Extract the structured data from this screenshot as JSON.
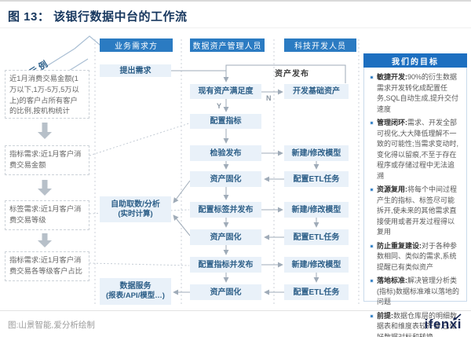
{
  "title": "图 13：  该银行数据中台的工作流",
  "banner_label": "示例",
  "headers": {
    "business": "业务需求方",
    "data_asset": "数据资产管理人员",
    "tech": "科技开发人员"
  },
  "float_label": "资产发布",
  "decision": {
    "yes": "Y",
    "no": "N"
  },
  "examples": [
    {
      "text": "近1月消费交易金额(1万以下,1万-5万,5万以上)的客户占所有客户的比例,按机构统计"
    },
    {
      "text": "指标需求:近1月客户消费交易金额"
    },
    {
      "text": "标签需求:近1月客户消费交易等级"
    },
    {
      "text": "指标需求:近1月客户消费交易各等级客户占比"
    }
  ],
  "business_flow": [
    {
      "line1": "提出需求",
      "line2": ""
    },
    {
      "line1": "自助取数/分析",
      "line2": "(实时计算)"
    },
    {
      "line1": "数据服务",
      "line2": "(报表/API/模型…)"
    }
  ],
  "data_asset_flow": [
    "现有资产满足度",
    "配置指标",
    "检验发布",
    "资产固化",
    "配置标签并发布",
    "资产固化",
    "配置指标并发布",
    "资产固化"
  ],
  "tech_flow": [
    "开发基础资产",
    "新建/修改模型",
    "配置ETL任务",
    "新建/修改模型",
    "配置ETL任务",
    "新建/修改模型",
    "配置ETL任务"
  ],
  "goals": {
    "header": "我们的目标",
    "items": [
      {
        "label": "敏捷开发:",
        "text": "90%的衍生数据需求开发转化成配置任务,SQL自动生成,提升交付速度"
      },
      {
        "label": "管理闭环:",
        "text": "需求、开发全部可视化,大大降低理解不一致的可能性;当需求变动时,变化得以留痕,不至于存在程序或存储过程中无法追溯"
      },
      {
        "label": "资源复用:",
        "text": "将每个中间过程产生的指标、标签尽可能拆开,使未来的其他需求直接使用或者开发过程得以复用"
      },
      {
        "label": "防止重复建设:",
        "text": "对于各种参数相同、类似的需求,系统提醒已有类似资产"
      },
      {
        "label": "落地标准:",
        "text": "解决管理分析类(指标)数据标准难以落地的问题"
      },
      {
        "label": "前提:",
        "text": "数据仓库层的明细数据表和维度表较齐备,已做好数据对标和转换"
      }
    ]
  },
  "footer": {
    "caption": "图:山景智能,爱分析绘制",
    "logo": "ifenxi"
  },
  "colors": {
    "header_blue": "#2b7bc2",
    "goal_header_blue": "#1d6fc0",
    "flow_box_bg": "#e9f1f9",
    "flow_box_text": "#2d5f88",
    "title_navy": "#17375e",
    "logo_navy": "#1b2a55"
  }
}
